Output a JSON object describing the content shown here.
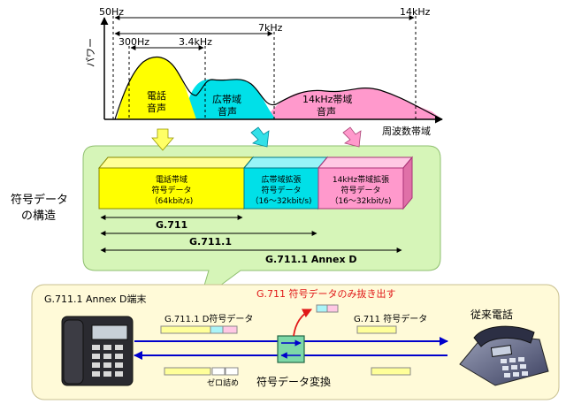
{
  "spectrum": {
    "y_axis_label": "パワー",
    "x_axis_label": "周波数帯域",
    "f_50hz": "50Hz",
    "f_14khz": "14kHz",
    "f_7khz": "7kHz",
    "f_300hz": "300Hz",
    "f_3_4khz": "3.4kHz",
    "band_phone_line1": "電話",
    "band_phone_line2": "音声",
    "band_wide_line1": "広帯域",
    "band_wide_line2": "音声",
    "band_14k_line1": "14kHz帯域",
    "band_14k_line2": "音声"
  },
  "structure": {
    "title_line1": "符号データ",
    "title_line2": "の構造",
    "block1": [
      "電話帯域",
      "符号データ",
      "（64kbit/s)"
    ],
    "block2": [
      "広帯域拡張",
      "符号データ",
      "（16～32kbit/s)"
    ],
    "block3": [
      "14kHz帯域拡張",
      "符号データ",
      "（16～32kbit/s)"
    ],
    "range_g711": "G.711",
    "range_g7111": "G.711.1",
    "range_annexd": "G.711.1 Annex D"
  },
  "network": {
    "terminal_label": "G.711.1 Annex D端末",
    "extract_label": "G.711 符号データのみ抜き出す",
    "left_code_label": "G.711.1 D符号データ",
    "right_code_label": "G.711 符号データ",
    "legacy_phone_label": "従来電話",
    "zero_fill_label": "ゼロ詰め",
    "converter_label": "符号データ変換"
  },
  "colors": {
    "yellow": "#ffff00",
    "cyan": "#00e0e8",
    "pink": "#ff99cc",
    "callout_fill": "#d6f5b8",
    "arrow_blue": "#0000cc",
    "extract_red": "#e01818",
    "converter_fill": "#7dd8a8"
  }
}
